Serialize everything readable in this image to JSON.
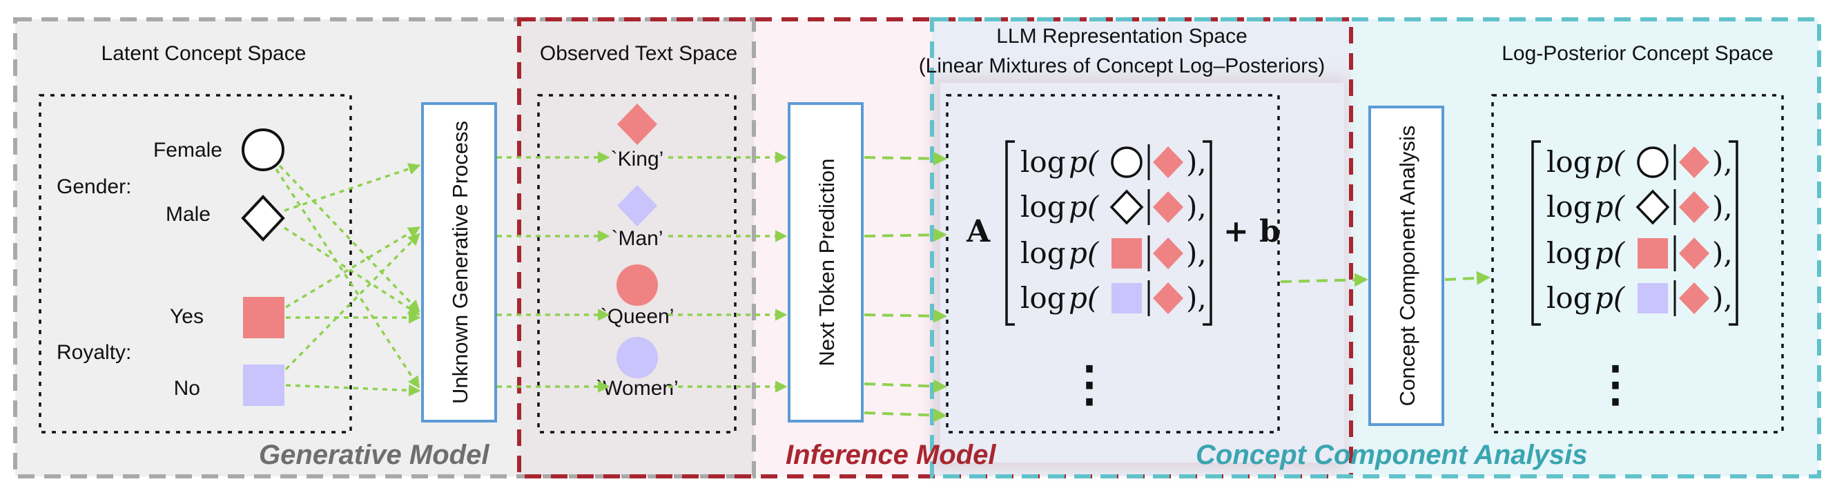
{
  "colors": {
    "generative": "#6e6e6e",
    "inference": "#a8262f",
    "cca": "#3aa5b0",
    "arrow": "#8fd14f",
    "box_blue": "#5b9bd5",
    "shape_red": "#ef8383",
    "shape_lav": "#c9c4fb"
  },
  "sections": {
    "generative_model": "Generative Model",
    "inference_model": "Inference Model",
    "concept_component_analysis": "Concept Component Analysis"
  },
  "latent": {
    "title": "Latent Concept Space",
    "gender_label": "Gender:",
    "female": "Female",
    "male": "Male",
    "royalty_label": "Royalty:",
    "yes": "Yes",
    "no": "No"
  },
  "process_box": "Unknown Generative Process",
  "observed": {
    "title": "Observed Text Space",
    "tokens": [
      "`King’",
      "`Man’",
      "`Queen’",
      "`Women’"
    ]
  },
  "predict_box": "Next Token Prediction",
  "llm": {
    "title_line1": "LLM  Representation Space",
    "title_line2": "(Linear Mixtures of Concept Log–Posteriors)",
    "matrix_A": "A",
    "plus_b": "+ b",
    "log_p": "log",
    "p": "p",
    "comma": "),",
    "dots": "⋮"
  },
  "cca_box": "Concept Component Analysis",
  "log_posterior": {
    "title": "Log-Posterior Concept Space"
  },
  "icons": [
    "circle-icon",
    "diamond-icon",
    "square-red-icon",
    "square-lavender-icon",
    "diamond-red-icon",
    "diamond-lavender-icon",
    "circle-red-icon",
    "circle-lavender-icon"
  ]
}
